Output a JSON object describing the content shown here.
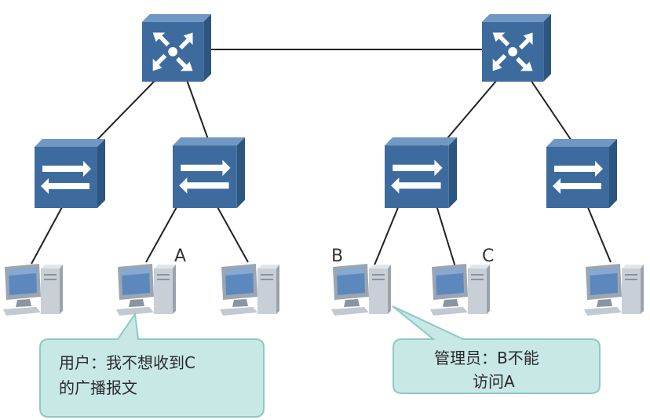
{
  "labels": {
    "a": "A",
    "b": "B",
    "c": "C"
  },
  "callouts": {
    "user": {
      "line1": "用户：我不想收到C",
      "line2": "的广播报文"
    },
    "admin": {
      "line1": "管理员：B不能",
      "line2": "访问A"
    }
  },
  "colors": {
    "device_front": "#3d6b9e",
    "device_top": "#6f98c4",
    "device_side": "#2c5580",
    "link": "#222222",
    "callout_fill": "#c8e8e6",
    "callout_stroke": "#8ec9c6"
  }
}
